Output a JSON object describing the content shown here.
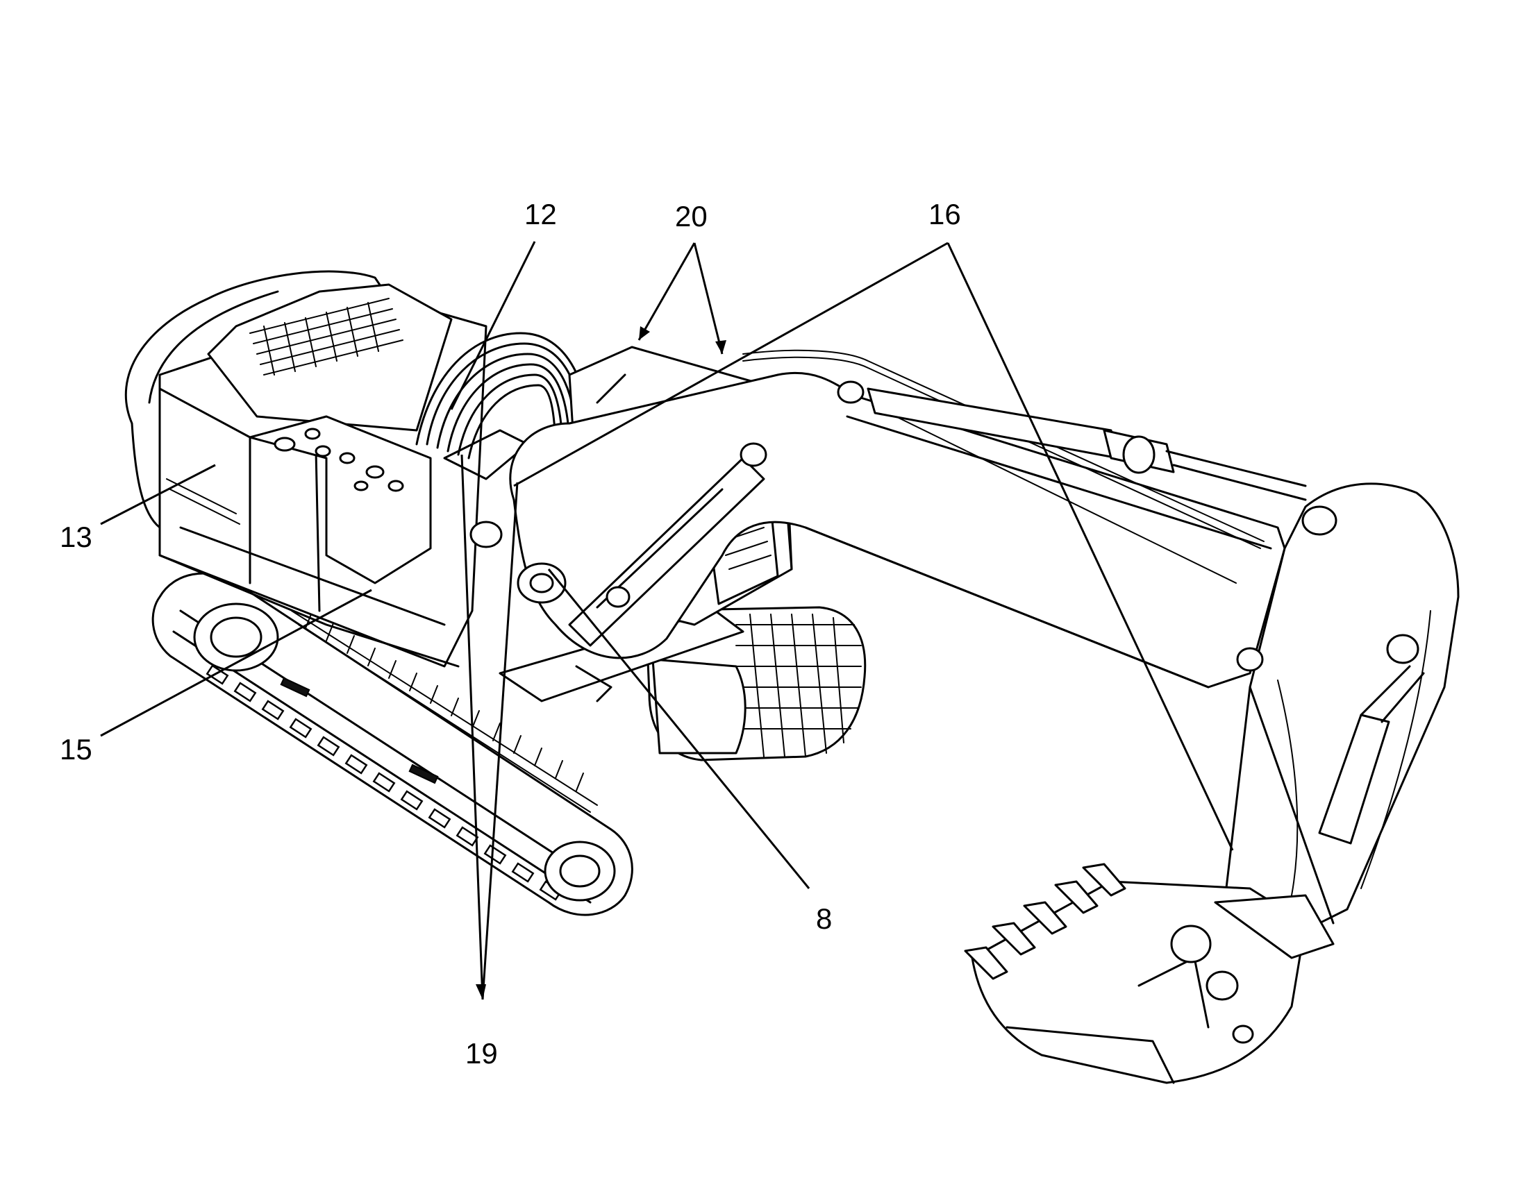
{
  "callouts": {
    "c8": "8",
    "c12": "12",
    "c13": "13",
    "c15": "15",
    "c16": "16",
    "c19": "19",
    "c20": "20"
  },
  "colors": {
    "ink": "#000000",
    "paper": "#ffffff"
  }
}
